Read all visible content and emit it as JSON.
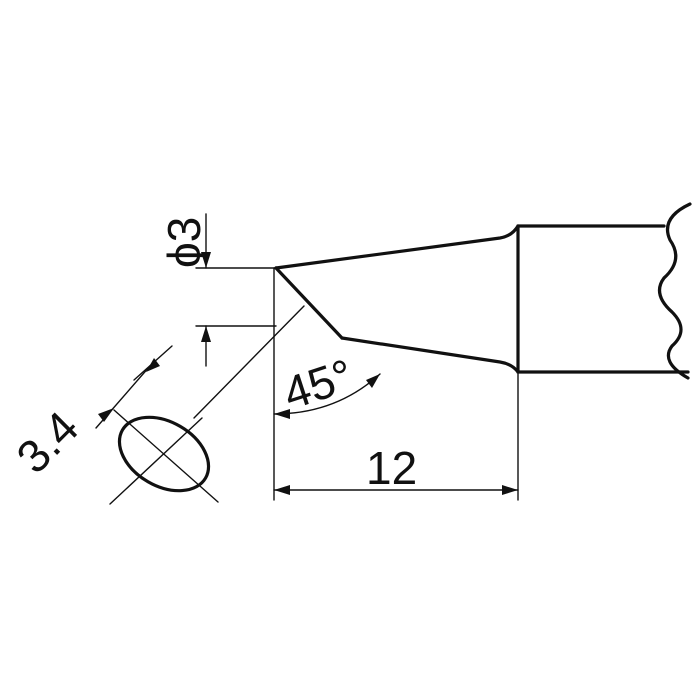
{
  "dimensions": {
    "phi": "ϕ3",
    "length": "12",
    "angle": "45°",
    "face": "3.4"
  },
  "colors": {
    "line": "#111111",
    "background": "#ffffff"
  }
}
